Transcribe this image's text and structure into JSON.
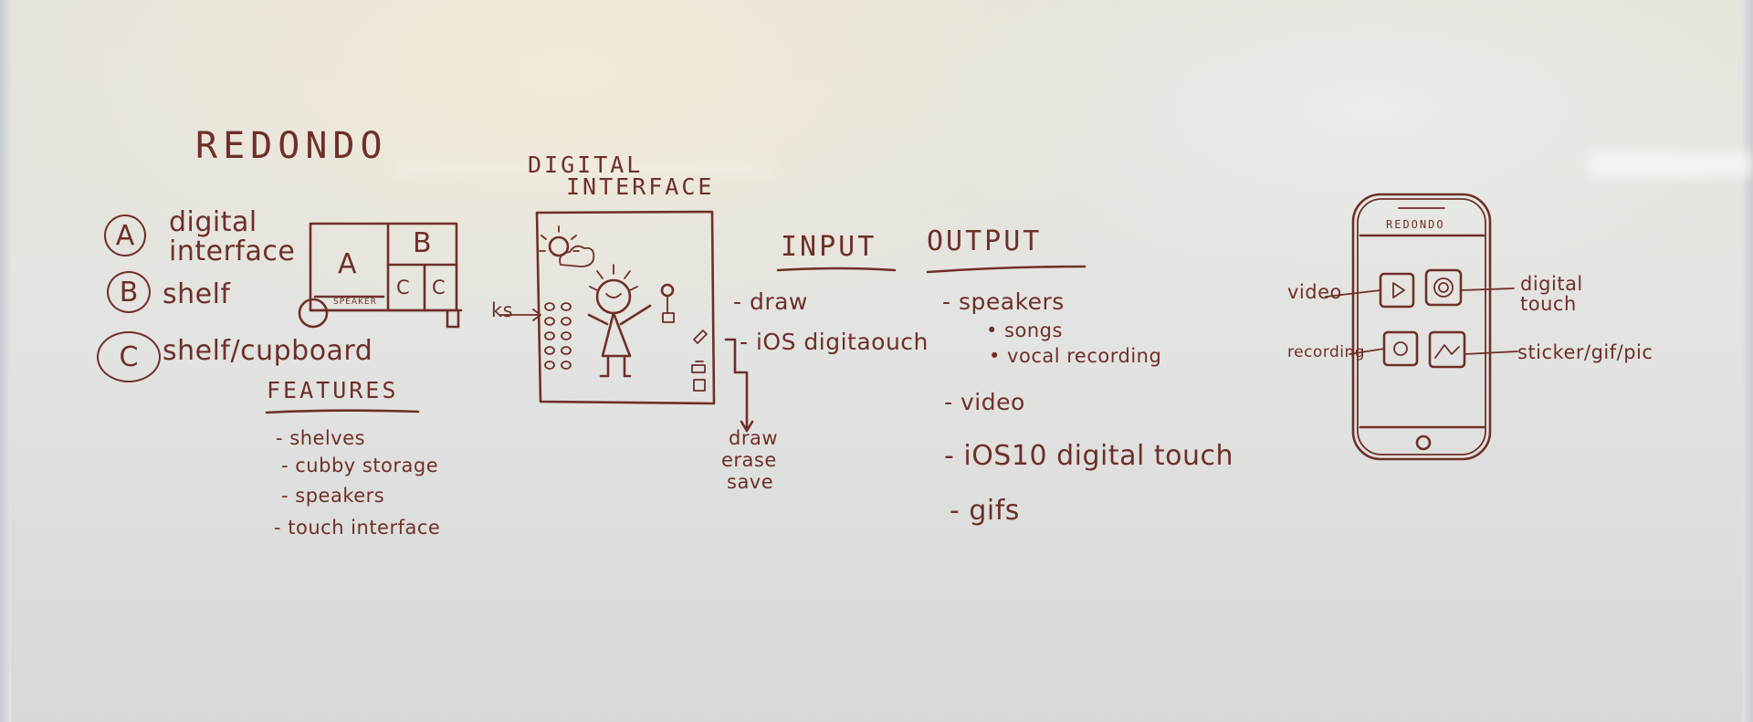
{
  "board": {
    "title": "REDONDO",
    "legend": [
      {
        "letter": "A",
        "label": "digital\ninterface"
      },
      {
        "letter": "B",
        "label": "shelf"
      },
      {
        "letter": "C",
        "label": "shelf/cupboard"
      }
    ],
    "furniture_sketch": {
      "cell_a": "A",
      "cell_b": "B",
      "cell_c1": "C",
      "cell_c2": "C",
      "speaker_label": "SPEAKER"
    },
    "features": {
      "heading": "FEATURES",
      "items": [
        "- shelves",
        "- cubby storage",
        "- speakers",
        "- touch interface"
      ]
    },
    "digital_interface": {
      "heading_line1": "DIGITAL",
      "heading_line2": "INTERFACE",
      "side_label": "ks",
      "tools_note": [
        "draw",
        "erase",
        "save"
      ]
    },
    "input": {
      "heading": "INPUT",
      "items": [
        "- draw",
        "- iOS digitaouch"
      ]
    },
    "output": {
      "heading": "OUTPUT",
      "items": [
        "- speakers",
        "• songs",
        "• vocal recording",
        "- video",
        "- iOS10 digital touch",
        "- gifs"
      ]
    },
    "phone": {
      "app_name": "REDONDO",
      "labels": {
        "video": "video",
        "digital_touch": "digital\ntouch",
        "recording": "recording",
        "sticker": "sticker/gif/pic"
      }
    }
  }
}
